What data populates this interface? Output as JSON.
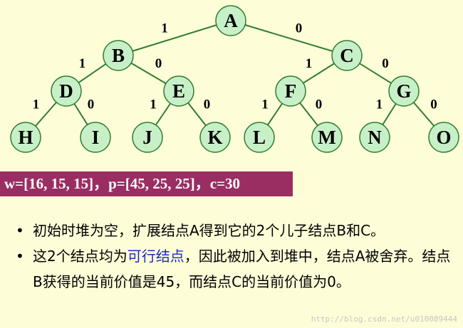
{
  "tree": {
    "nodes": [
      {
        "id": "A",
        "label": "A"
      },
      {
        "id": "B",
        "label": "B"
      },
      {
        "id": "C",
        "label": "C"
      },
      {
        "id": "D",
        "label": "D"
      },
      {
        "id": "E",
        "label": "E"
      },
      {
        "id": "F",
        "label": "F"
      },
      {
        "id": "G",
        "label": "G"
      },
      {
        "id": "H",
        "label": "H"
      },
      {
        "id": "I",
        "label": "I"
      },
      {
        "id": "J",
        "label": "J"
      },
      {
        "id": "K",
        "label": "K"
      },
      {
        "id": "L",
        "label": "L"
      },
      {
        "id": "M",
        "label": "M"
      },
      {
        "id": "N",
        "label": "N"
      },
      {
        "id": "O",
        "label": "O"
      }
    ],
    "edges": [
      {
        "from": "A",
        "to": "B",
        "label": "1"
      },
      {
        "from": "A",
        "to": "C",
        "label": "0"
      },
      {
        "from": "B",
        "to": "D",
        "label": "1"
      },
      {
        "from": "B",
        "to": "E",
        "label": "0"
      },
      {
        "from": "C",
        "to": "F",
        "label": "1"
      },
      {
        "from": "C",
        "to": "G",
        "label": "0"
      },
      {
        "from": "D",
        "to": "H",
        "label": "1"
      },
      {
        "from": "D",
        "to": "I",
        "label": "0"
      },
      {
        "from": "E",
        "to": "J",
        "label": "1"
      },
      {
        "from": "E",
        "to": "K",
        "label": "0"
      },
      {
        "from": "F",
        "to": "L",
        "label": "1"
      },
      {
        "from": "F",
        "to": "M",
        "label": "0"
      },
      {
        "from": "G",
        "to": "N",
        "label": "1"
      },
      {
        "from": "G",
        "to": "O",
        "label": "0"
      }
    ]
  },
  "params": "w=[16, 15, 15]，p=[45, 25, 25]，c=30",
  "bullets": {
    "marker": "•",
    "item1": "初始时堆为空，扩展结点A得到它的2个儿子结点B和C。",
    "item2_before": "这2个结点均为",
    "item2_highlight": "可行结点",
    "item2_after": "，因此被加入到堆中，结点A被舍弃。结点B获得的当前价值是45，而结点C的当前价值为0。"
  },
  "watermark": "http://blog.csdn.net/u010089444"
}
